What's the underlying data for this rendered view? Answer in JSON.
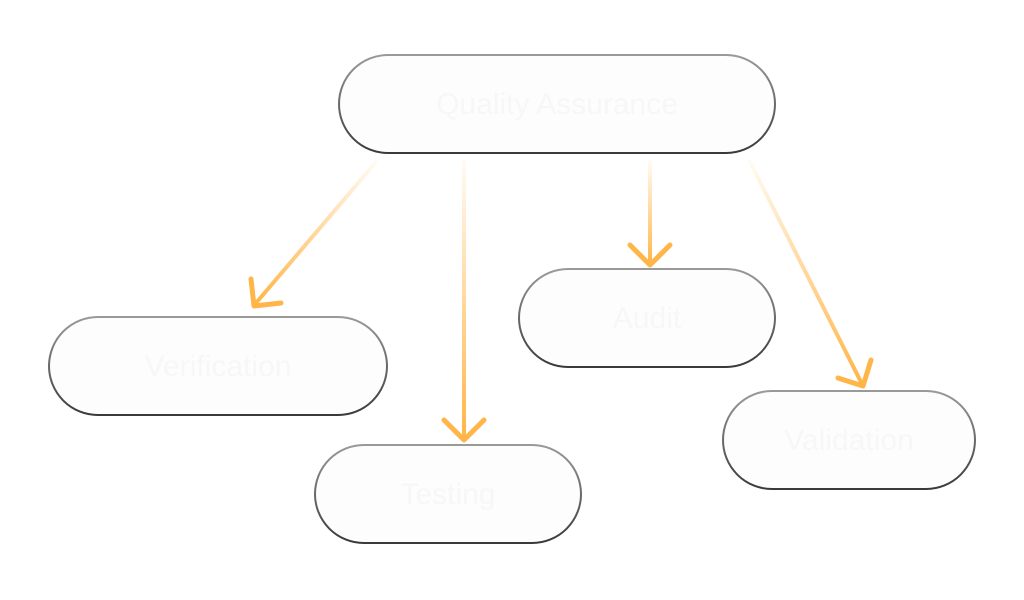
{
  "diagram": {
    "colors": {
      "arrow": "#ffb547",
      "node_fill": "#fdfdfd",
      "node_stroke_top": "#9a9a9a",
      "node_stroke_bottom": "#3a3a3a",
      "label_text": "#f7f7f7"
    },
    "root": {
      "label": "Quality Assurance"
    },
    "children": [
      {
        "label": "Verification"
      },
      {
        "label": "Testing"
      },
      {
        "label": "Audit"
      },
      {
        "label": "Validation"
      }
    ]
  }
}
